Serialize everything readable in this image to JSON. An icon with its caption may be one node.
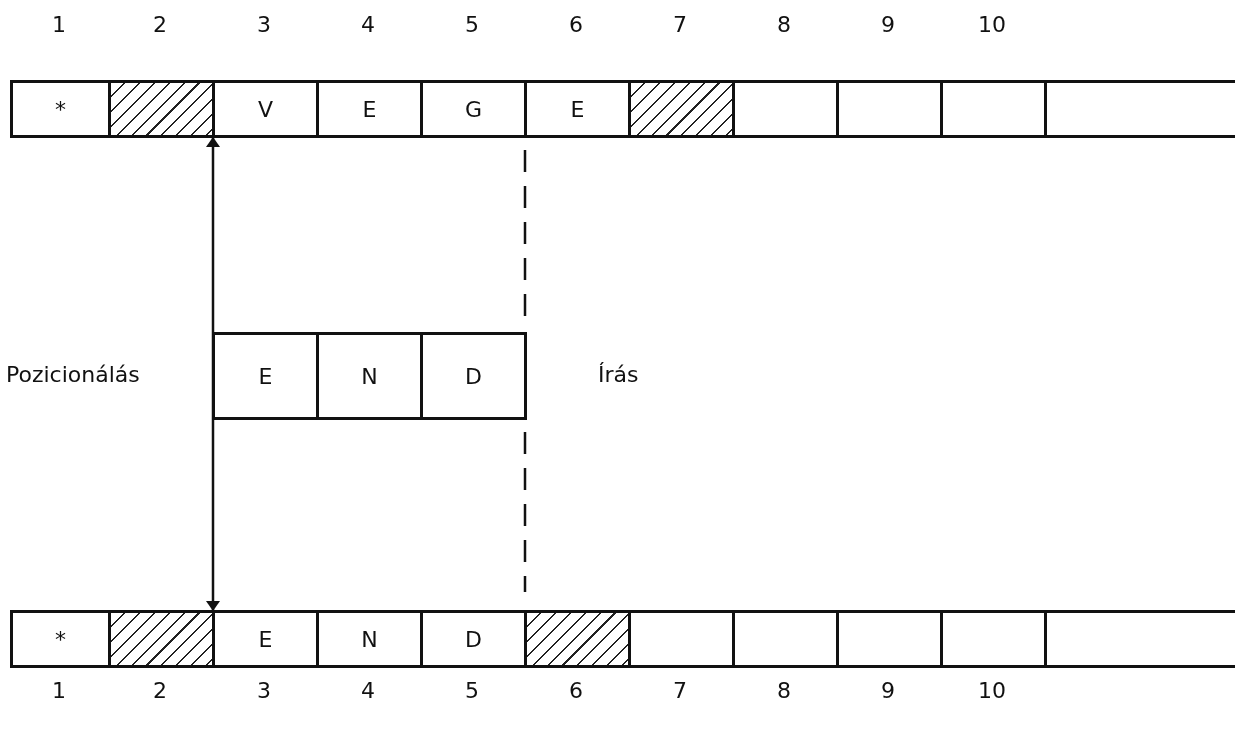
{
  "diagram": {
    "nodes": [
      {
        "text": [
          "*"
        ]
      },
      {
        "text": [],
        "shape": "box"
      },
      {
        "text": [
          "V"
        ]
      },
      {
        "text": [
          "E"
        ]
      },
      {
        "text": [
          "G"
        ]
      },
      {
        "text": [
          "E"
        ]
      },
      {
        "text": [],
        "shape": "box"
      },
      {
        "text": [],
        "shape": "box"
      },
      {
        "text": [],
        "shape": "box"
      },
      {
        "text": [],
        "shape": "box"
      },
      {
        "text": [],
        "shape": "box"
      },
      {
        "text": [
          "E"
        ]
      },
      {
        "text": [
          "N"
        ]
      },
      {
        "text": [
          "D"
        ]
      },
      {
        "text": [
          "*"
        ]
      },
      {
        "text": [],
        "shape": "box"
      },
      {
        "text": [
          "E"
        ]
      },
      {
        "text": [
          "N"
        ]
      },
      {
        "text": [
          "D"
        ]
      },
      {
        "text": [],
        "shape": "box"
      },
      {
        "text": [],
        "shape": "box"
      },
      {
        "text": [],
        "shape": "box"
      },
      {
        "text": [],
        "shape": "box"
      },
      {
        "text": [],
        "shape": "box"
      },
      {
        "text": [],
        "shape": "box"
      }
    ],
    "edges": [
      {
        "from": 1,
        "to": 15,
        "arrow": "both"
      }
    ],
    "labels": [
      "1",
      "2",
      "3",
      "4",
      "5",
      "6",
      "7",
      "8",
      "9",
      "10",
      "Pozicionálás",
      "Írás",
      "1",
      "2",
      "3",
      "4",
      "5",
      "6",
      "7",
      "8",
      "9",
      "10"
    ]
  }
}
